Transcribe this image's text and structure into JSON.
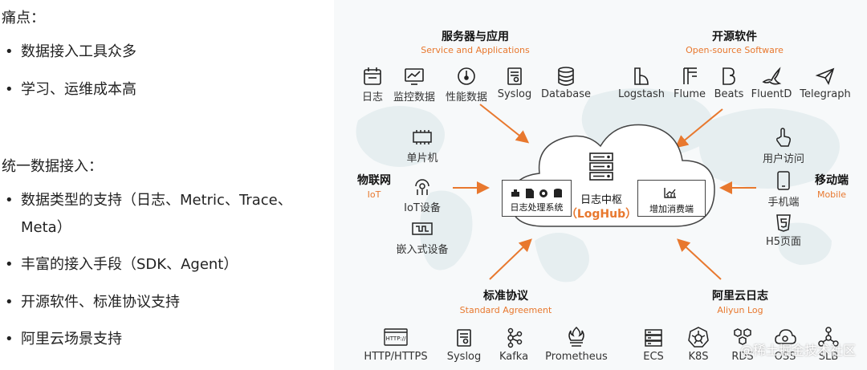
{
  "left": {
    "pain_title": "痛点：",
    "pain_items": [
      "数据接入工具众多",
      "学习、运维成本高"
    ],
    "unified_title": "统一数据接入：",
    "unified_items": [
      "数据类型的支持（日志、Metric、Trace、Meta）",
      "丰富的接入手段（SDK、Agent）",
      "开源软件、标准协议支持",
      "阿里云场景支持"
    ]
  },
  "diagram": {
    "server": {
      "title": "服务器与应用",
      "subtitle": "Service and Applications",
      "items": [
        {
          "label": "日志",
          "icon": "calendar-icon"
        },
        {
          "label": "监控数据",
          "icon": "monitor-icon"
        },
        {
          "label": "性能数据",
          "icon": "gauge-icon"
        },
        {
          "label": "Syslog",
          "icon": "syslog-icon"
        },
        {
          "label": "Database",
          "icon": "database-icon"
        }
      ]
    },
    "opensource": {
      "title": "开源软件",
      "subtitle": "Open-source Software",
      "items": [
        {
          "label": "Logstash",
          "icon": "logstash-icon"
        },
        {
          "label": "Flume",
          "icon": "flume-icon"
        },
        {
          "label": "Beats",
          "icon": "beats-icon"
        },
        {
          "label": "FluentD",
          "icon": "fluentd-icon"
        },
        {
          "label": "Telegraph",
          "icon": "telegraph-icon"
        }
      ]
    },
    "iot": {
      "title": "物联网",
      "subtitle": "IoT",
      "items": [
        {
          "label": "单片机",
          "icon": "chip-icon"
        },
        {
          "label": "IoT设备",
          "icon": "iot-device-icon"
        },
        {
          "label": "嵌入式设备",
          "icon": "embedded-icon"
        }
      ]
    },
    "mobile": {
      "title": "移动端",
      "subtitle": "Mobile",
      "items": [
        {
          "label": "用户访问",
          "icon": "click-icon"
        },
        {
          "label": "手机端",
          "icon": "phone-icon"
        },
        {
          "label": "H5页面",
          "icon": "html5-icon"
        }
      ]
    },
    "standard": {
      "title": "标准协议",
      "subtitle": "Standard Agreement",
      "items": [
        {
          "label": "HTTP/HTTPS",
          "icon": "http-icon",
          "badge": "HTTP://"
        },
        {
          "label": "Syslog",
          "icon": "syslog-icon"
        },
        {
          "label": "Kafka",
          "icon": "kafka-icon"
        },
        {
          "label": "Prometheus",
          "icon": "prometheus-icon"
        }
      ]
    },
    "aliyun": {
      "title": "阿里云日志",
      "subtitle": "Aliyun Log",
      "items": [
        {
          "label": "ECS",
          "icon": "ecs-icon"
        },
        {
          "label": "K8S",
          "icon": "k8s-icon"
        },
        {
          "label": "RDS",
          "icon": "rds-icon"
        },
        {
          "label": "OSS",
          "icon": "oss-icon"
        },
        {
          "label": "SLB",
          "icon": "slb-icon"
        }
      ]
    },
    "center": {
      "name": "日志中枢",
      "product": "（LogHub）",
      "process_box": "日志处理系统",
      "consume_box": "增加消费端"
    },
    "accent": "#e8782e",
    "watermark": "@稀土掘金技术社区"
  }
}
